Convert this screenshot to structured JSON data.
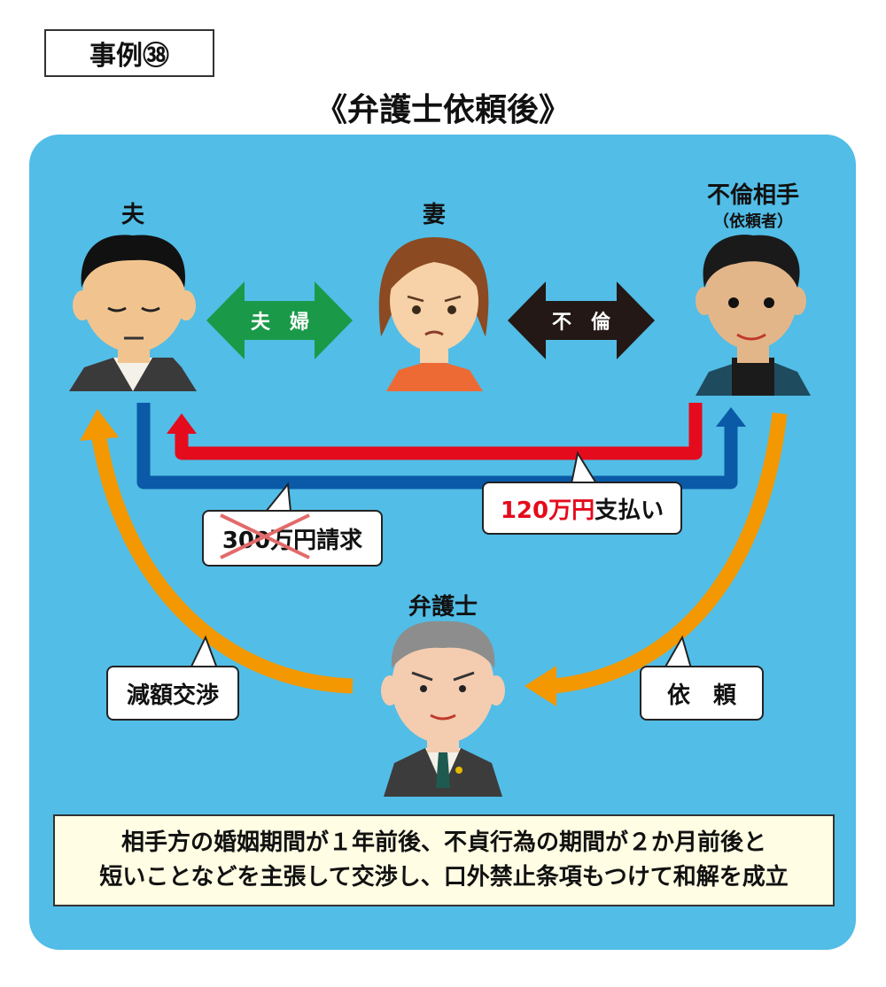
{
  "case_label": "事例㊳",
  "heading": "《弁護士依頼後》",
  "people": {
    "husband": "夫",
    "wife": "妻",
    "partner": "不倫相手",
    "partner_note": "（依頼者）",
    "lawyer": "弁護士"
  },
  "arrows": {
    "couple": "夫　婦",
    "affair": "不　倫"
  },
  "callouts": {
    "claim_amount": "300万円",
    "claim_suffix": "請求",
    "payment_amount": "120万円",
    "payment_suffix": "支払い",
    "negotiation": "減額交渉",
    "request": "依　頼"
  },
  "note": {
    "line1": "相手方の婚姻期間が１年前後、不貞行為の期間が２か月前後と",
    "line2": "短いことなどを主張して交渉し、口外禁止条項もつけて和解を成立"
  },
  "colors": {
    "panel": "#52bde6",
    "couple_arrow": "#1a9a49",
    "affair_arrow": "#231815",
    "claim_line": "#0a5aa8",
    "payment_line": "#e40b1d",
    "orange_arrow": "#f39800"
  }
}
